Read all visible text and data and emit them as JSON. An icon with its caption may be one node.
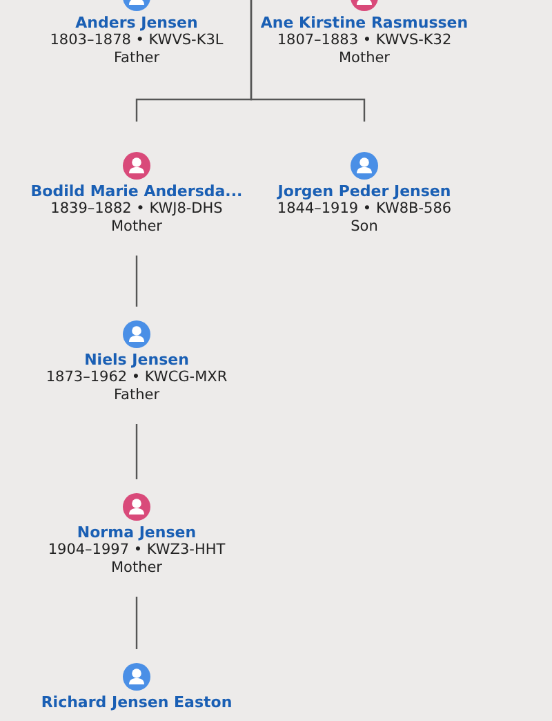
{
  "diagram": {
    "nodes": [
      {
        "text": [
          "Anders Jensen",
          "1803–1878 • KWVS-K3L",
          "Father"
        ]
      },
      {
        "text": [
          "Ane Kirstine Rasmussen",
          "1807–1883 • KWVS-K32",
          "Mother"
        ]
      },
      {
        "text": [
          "Bodild Marie Andersda...",
          "1839–1882 • KWJ8-DHS",
          "Mother"
        ]
      },
      {
        "text": [
          "Jorgen Peder Jensen",
          "1844–1919 • KW8B-586",
          "Son"
        ]
      },
      {
        "text": [
          "Niels Jensen",
          "1873–1962 • KWCG-MXR",
          "Father"
        ]
      },
      {
        "text": [
          "Norma Jensen",
          "1904–1997 • KWZ3-HHT",
          "Mother"
        ]
      },
      {
        "text": [
          "Richard Jensen Easton"
        ]
      }
    ],
    "edges": [
      {
        "from": null,
        "to": 2,
        "arrow": "none"
      },
      {
        "from": null,
        "to": 3,
        "arrow": "none"
      },
      {
        "from": 2,
        "to": 4,
        "arrow": "none"
      },
      {
        "from": 4,
        "to": 5,
        "arrow": "none"
      },
      {
        "from": 5,
        "to": 6,
        "arrow": "none"
      }
    ]
  }
}
